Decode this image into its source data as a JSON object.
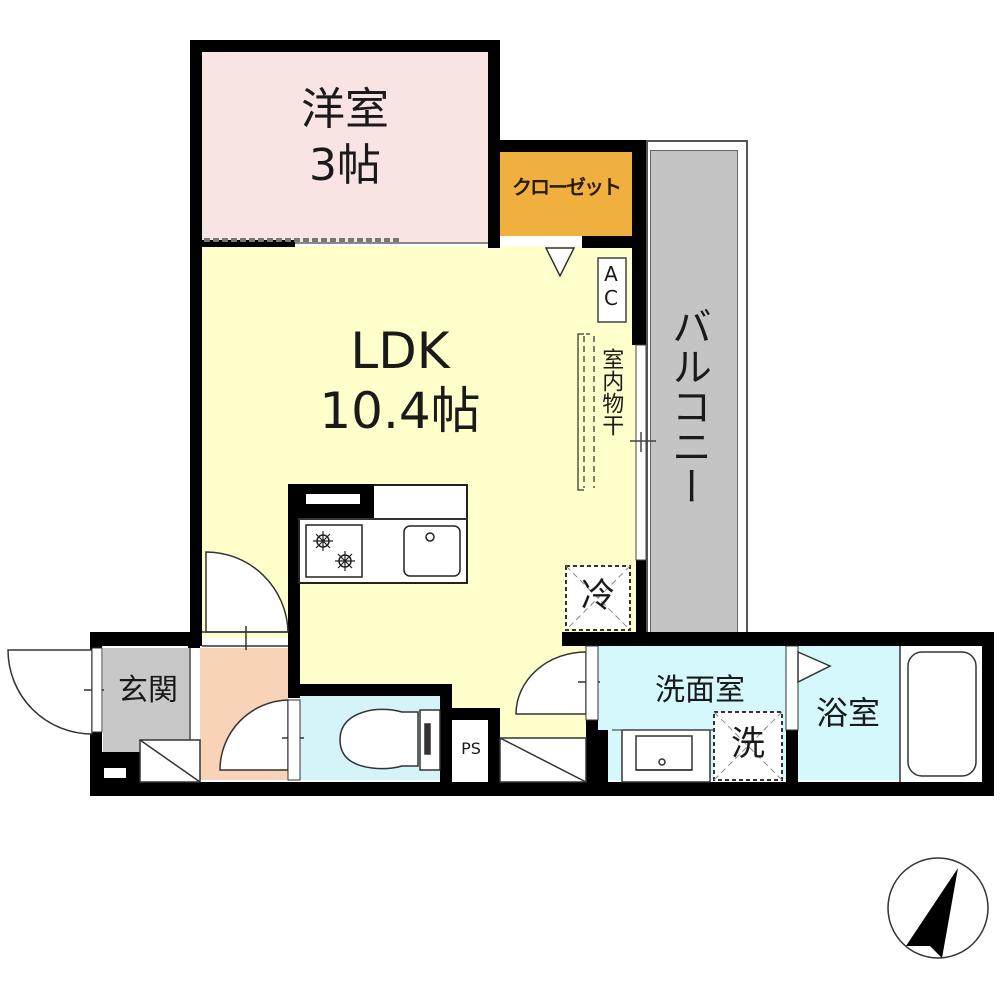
{
  "floor_plan": {
    "type": "1LDK apartment floor plan",
    "rooms": [
      {
        "id": "western-room",
        "name": "洋室",
        "size": "3帖",
        "color": "#f9e4e4"
      },
      {
        "id": "ldk",
        "name": "LDK",
        "size": "10.4帖",
        "color": "#ffffcc"
      },
      {
        "id": "closet",
        "name": "クローゼット",
        "color": "#f0b040"
      },
      {
        "id": "balcony",
        "name": "バルコニー",
        "color": "#c4c4c4"
      },
      {
        "id": "entrance",
        "name": "玄関",
        "color": "#c8c8c8"
      },
      {
        "id": "hallway",
        "name": "",
        "color": "#f8d3b8"
      },
      {
        "id": "toilet",
        "name": "",
        "color": "#d4f4fa"
      },
      {
        "id": "washroom",
        "name": "洗面室",
        "color": "#d4f8fc"
      },
      {
        "id": "bathroom",
        "name": "浴室",
        "color": "#d4f8fc"
      }
    ],
    "fixtures": {
      "ac": "AC",
      "indoor_drying": "室内物干",
      "fridge": "冷",
      "washer": "洗",
      "pipe_space": "PS"
    },
    "compass": {
      "label": "north-arrow"
    }
  },
  "labels": {
    "western_room_name": "洋室",
    "western_room_size": "3帖",
    "ldk_name": "LDK",
    "ldk_size": "10.4帖",
    "closet": "クローゼット",
    "balcony": "バルコニー",
    "entrance": "玄関",
    "washroom": "洗面室",
    "bathroom": "浴室",
    "ac": "AC",
    "indoor_drying": "室内物干",
    "fridge": "冷",
    "washer": "洗",
    "pipe_space": "PS"
  },
  "colors": {
    "wall": "#000000",
    "western_room": "#f9e4e4",
    "ldk": "#ffffcc",
    "closet": "#f0b040",
    "balcony": "#c4c4c4",
    "entrance": "#c8c8c8",
    "hallway": "#f8d3b8",
    "wet_area": "#d4f8fc"
  }
}
